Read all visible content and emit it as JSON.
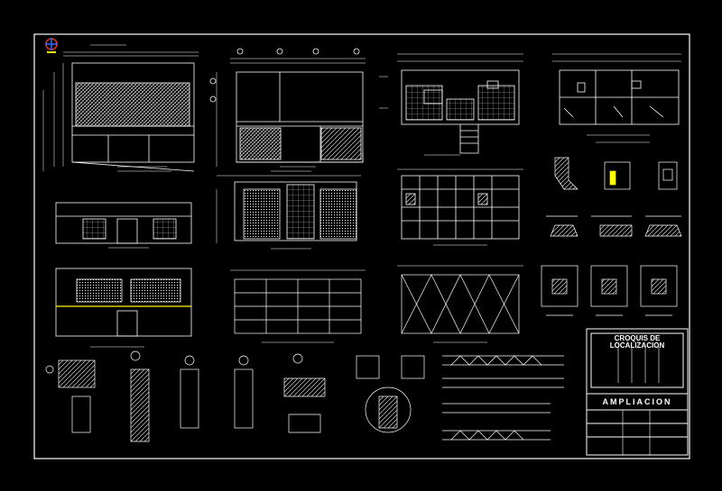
{
  "drawing": {
    "title_block": {
      "heading_line1": "CROQUIS DE",
      "heading_line2": "LOCALIZACION",
      "project": "AMPLIACION"
    }
  }
}
